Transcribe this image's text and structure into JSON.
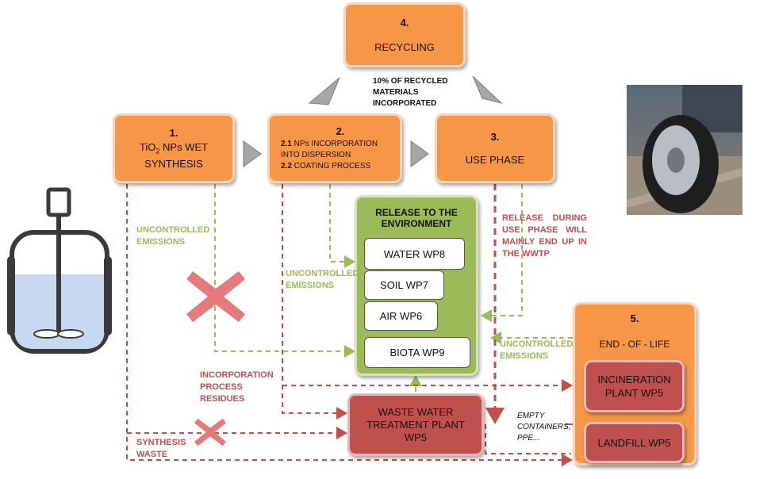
{
  "boxes": {
    "recycling": {
      "num": "4.",
      "title": "RECYCLING"
    },
    "synthesis": {
      "num": "1.",
      "title_a": "TiO",
      "title_sub": "2",
      "title_b": " NPs WET",
      "title_c": "SYNTHESIS"
    },
    "incorporation": {
      "num": "2.",
      "line1_bold": "2.1",
      "line1": " NPs INCORPORATION",
      "line2": "INTO DISPERSION",
      "line3_bold": "2.2",
      "line3": " COATING PROCESS"
    },
    "use_phase": {
      "num": "3.",
      "title": "USE PHASE"
    },
    "release": {
      "title_line1": "RELEASE TO THE",
      "title_line2": "ENVIRONMENT",
      "water": "WATER WP8",
      "soil": "SOIL WP7",
      "air": "AIR WP6",
      "biota": "BIOTA WP9"
    },
    "wwtp": {
      "line1": "WASTE WATER",
      "line2": "TREATMENT PLANT",
      "line3": "WP5"
    },
    "end_of_life": {
      "num": "5.",
      "title": "END - OF - LIFE",
      "incineration_1": "INCINERATION",
      "incineration_2": "PLANT WP5",
      "landfill": "LANDFILL WP5"
    }
  },
  "labels": {
    "recycled_1": "10% OF RECYCLED",
    "recycled_2": "MATERIALS",
    "recycled_3": "INCORPORATED",
    "uncontrolled_1a": "UNCONTROLLED",
    "uncontrolled_1b": "EMISSIONS",
    "uncontrolled_2a": "UNCONTROLLED",
    "uncontrolled_2b": "EMISSIONS",
    "uncontrolled_3a": "UNCONTROLLED",
    "uncontrolled_3b": "EMISSIONS",
    "release_use_1": "RELEASE DURING",
    "release_use_2": "USE PHASE WILL",
    "release_use_3": "MAINLY END UP IN",
    "release_use_4": "THE WWTP",
    "incorp_residues_1": "INCORPORATION",
    "incorp_residues_2": "PROCESS",
    "incorp_residues_3": "RESIDUES",
    "synthesis_waste_1": "SYNTHESIS",
    "synthesis_waste_2": "WASTE",
    "empty_containers_1": "EMPTY",
    "empty_containers_2": "CONTAINERS,",
    "empty_containers_3": "PPE..."
  },
  "colors": {
    "orange": "#f79646",
    "green": "#9bbb59",
    "red": "#c0504d",
    "green_flow": "#9bbb59",
    "red_flow": "#c0504d"
  },
  "icons": [
    "reactor-icon",
    "tyre-photo",
    "blocked-cross-icon"
  ]
}
